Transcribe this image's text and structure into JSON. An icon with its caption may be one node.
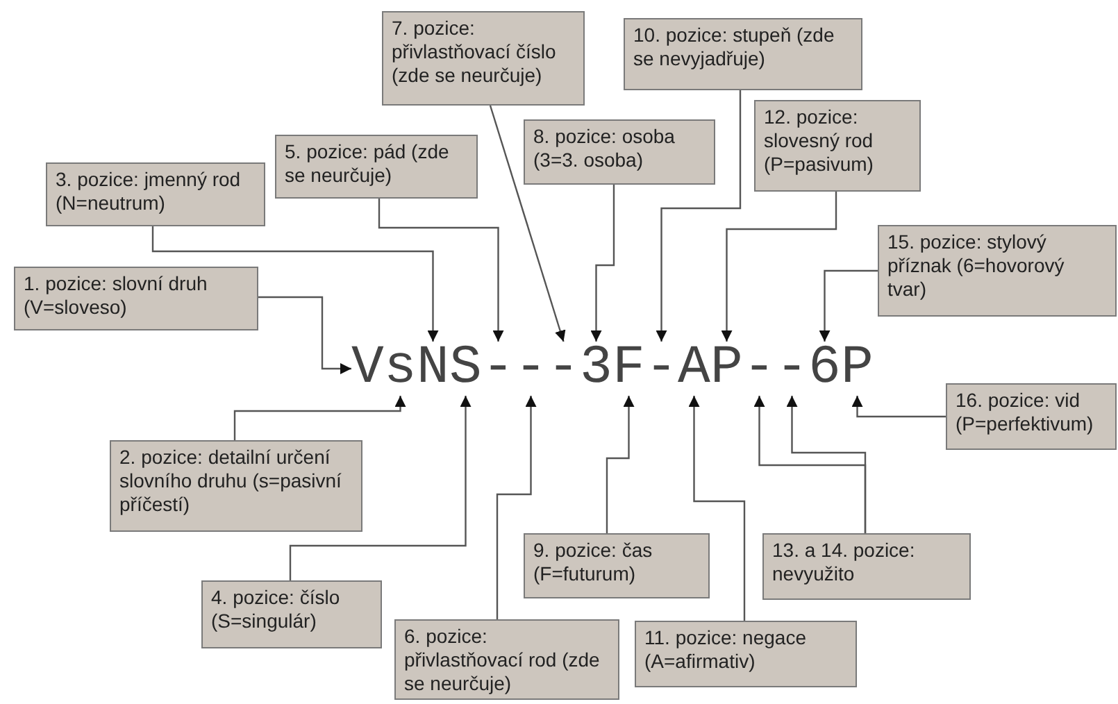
{
  "diagram": {
    "nodes": [
      {
        "text": [
          "1. pozice: slovní druh (V=sloveso)"
        ]
      },
      {
        "text": [
          "2. pozice: detailní určení slovního druhu (s=pasivní příčestí)"
        ]
      },
      {
        "text": [
          "3. pozice: jmenný rod (N=neutrum)"
        ]
      },
      {
        "text": [
          "4. pozice: číslo (S=singulár)"
        ]
      },
      {
        "text": [
          "5. pozice: pád (zde se neurčuje)"
        ]
      },
      {
        "text": [
          "6. pozice: přivlastňovací rod (zde se neurčuje)"
        ]
      },
      {
        "text": [
          "7. pozice: přivlastňovací číslo (zde se neurčuje)"
        ]
      },
      {
        "text": [
          "8. pozice: osoba (3=3. osoba)"
        ]
      },
      {
        "text": [
          "9. pozice: čas (F=futurum)"
        ]
      },
      {
        "text": [
          "10. pozice: stupeň (zde se nevyjadřuje)"
        ]
      },
      {
        "text": [
          "11. pozice: negace (A=afirmativ)"
        ]
      },
      {
        "text": [
          "12. pozice: slovesný rod (P=pasivum)"
        ]
      },
      {
        "text": [
          "13. a 14. pozice: nevyužito"
        ]
      },
      {
        "text": [
          "15. pozice: stylový příznak (6=hovorový tvar)"
        ]
      },
      {
        "text": [
          "16. pozice: vid (P=perfektivum)"
        ]
      },
      {
        "text": [
          "V"
        ]
      },
      {
        "text": [
          "s"
        ]
      },
      {
        "text": [
          "N"
        ]
      },
      {
        "text": [
          "S"
        ]
      },
      {
        "text": [
          "-"
        ]
      },
      {
        "text": [
          "-"
        ]
      },
      {
        "text": [
          "-"
        ]
      },
      {
        "text": [
          "3"
        ]
      },
      {
        "text": [
          "F"
        ]
      },
      {
        "text": [
          "-"
        ]
      },
      {
        "text": [
          "A"
        ]
      },
      {
        "text": [
          "P"
        ]
      },
      {
        "text": [
          "-"
        ]
      },
      {
        "text": [
          "-"
        ]
      },
      {
        "text": [
          "6"
        ]
      },
      {
        "text": [
          "P"
        ]
      }
    ],
    "edges": [
      {
        "from": 0,
        "to": 15,
        "arrow": "to"
      },
      {
        "from": 1,
        "to": 16,
        "arrow": "to"
      },
      {
        "from": 2,
        "to": 17,
        "arrow": "to"
      },
      {
        "from": 3,
        "to": 18,
        "arrow": "to"
      },
      {
        "from": 4,
        "to": 19,
        "arrow": "to"
      },
      {
        "from": 5,
        "to": 20,
        "arrow": "to"
      },
      {
        "from": 6,
        "to": 21,
        "arrow": "to"
      },
      {
        "from": 7,
        "to": 22,
        "arrow": "to"
      },
      {
        "from": 8,
        "to": 23,
        "arrow": "to"
      },
      {
        "from": 9,
        "to": 24,
        "arrow": "to"
      },
      {
        "from": 10,
        "to": 25,
        "arrow": "to"
      },
      {
        "from": 11,
        "to": 26,
        "arrow": "to"
      },
      {
        "from": 12,
        "to": 27,
        "arrow": "to"
      },
      {
        "from": 12,
        "to": 28,
        "arrow": "to"
      },
      {
        "from": 13,
        "to": 29,
        "arrow": "to"
      },
      {
        "from": 14,
        "to": 30,
        "arrow": "to"
      }
    ]
  }
}
